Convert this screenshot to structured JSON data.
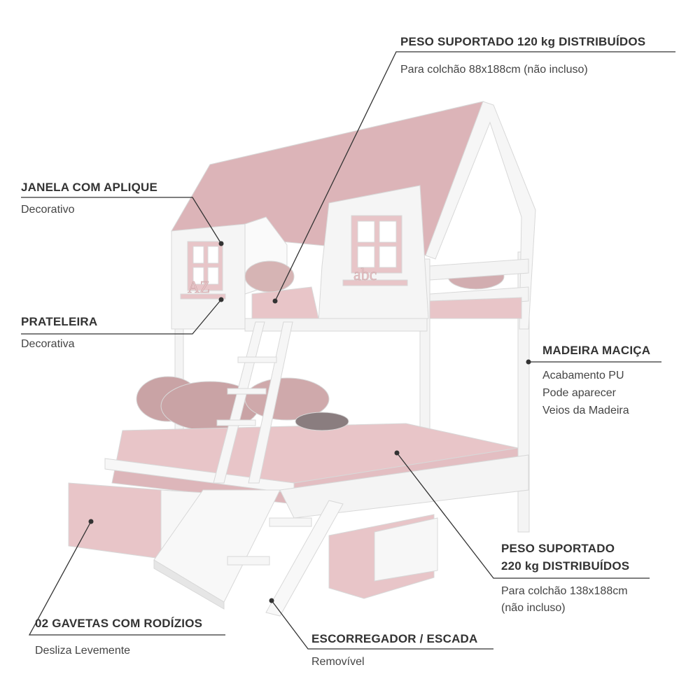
{
  "callouts": {
    "top_bed": {
      "title": "PESO SUPORTADO 120 kg DISTRIBUÍDOS",
      "lines": [
        "Para colchão 88x188cm (não incluso)"
      ]
    },
    "window": {
      "title": "JANELA COM APLIQUE",
      "lines": [
        "Decorativo"
      ]
    },
    "shelf": {
      "title": "PRATELEIRA",
      "lines": [
        "Decorativa"
      ]
    },
    "wood": {
      "title": "MADEIRA MACIÇA",
      "lines": [
        "Acabamento PU",
        "Pode aparecer",
        "Veios da Madeira"
      ]
    },
    "bottom_bed": {
      "title_lines": [
        "PESO SUPORTADO",
        "220 kg DISTRIBUÍDOS"
      ],
      "lines": [
        "Para colchão 138x188cm",
        "(não incluso)"
      ]
    },
    "drawers": {
      "title": "02 GAVETAS COM RODÍZIOS",
      "lines": [
        "Desliza Levemente"
      ]
    },
    "slide": {
      "title": "ESCORREGADOR / ESCADA",
      "lines": [
        "Removível"
      ]
    }
  },
  "decor": {
    "letters_left": "AZ",
    "letters_right": "abc"
  },
  "colors": {
    "pink": "#e8c5c8",
    "roof": "#dcb4b8",
    "white": "#f7f7f7",
    "line": "#333333"
  }
}
